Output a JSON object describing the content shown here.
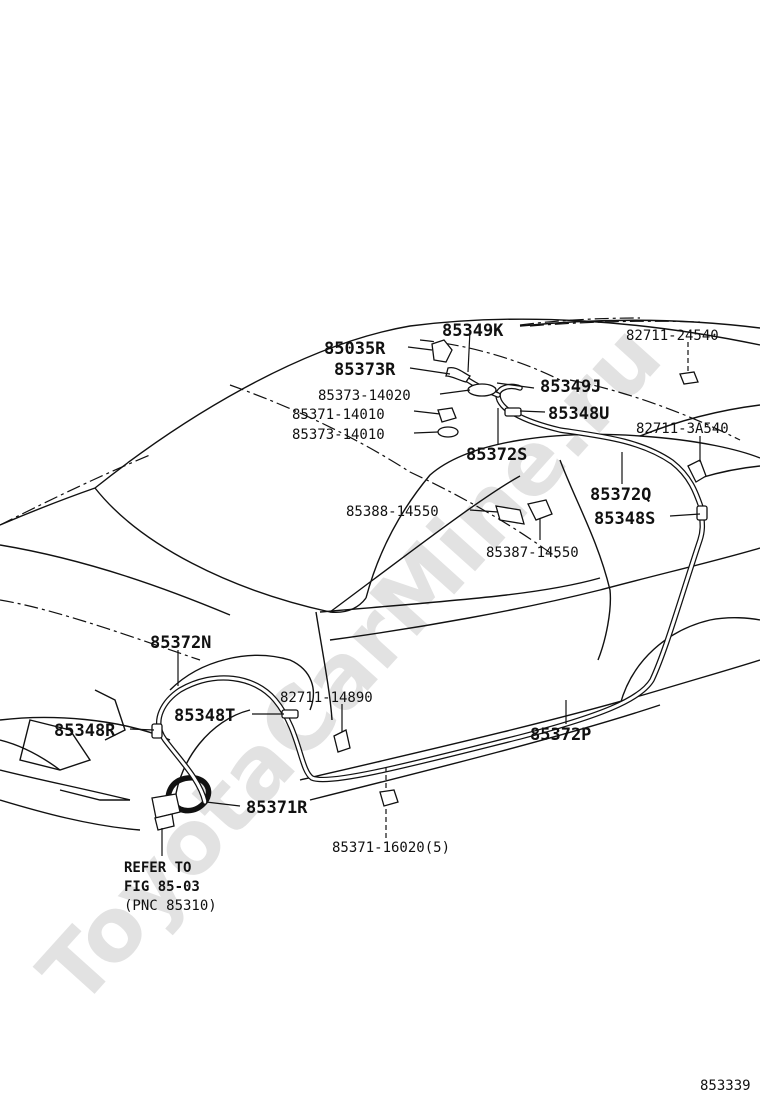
{
  "watermark": "ToyotaCarMine.ru",
  "figure_id": "853339",
  "note": {
    "line1": "REFER TO",
    "line2": "FIG 85-03",
    "line3": "(PNC 85310)"
  },
  "labels": {
    "p85349K": "85349K",
    "p85035R": "85035R",
    "p85373R": "85373R",
    "p85373_14020": "85373-14020",
    "p85349J": "85349J",
    "p85371_14010": "85371-14010",
    "p85348U": "85348U",
    "p85373_14010": "85373-14010",
    "p85372S": "85372S",
    "p82711_24540": "82711-24540",
    "p82711_3A540": "82711-3A540",
    "p85372Q": "85372Q",
    "p85348S": "85348S",
    "p85388_14550": "85388-14550",
    "p85387_14550": "85387-14550",
    "p85372N": "85372N",
    "p82711_14890": "82711-14890",
    "p85348R": "85348R",
    "p85348T": "85348T",
    "p85372P": "85372P",
    "p85371R": "85371R",
    "p85371_16020": "85371-16020(5)"
  }
}
